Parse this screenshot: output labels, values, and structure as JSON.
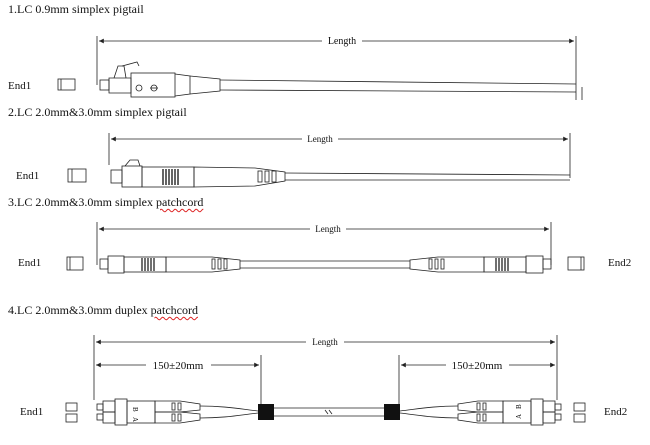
{
  "diagrams": [
    {
      "title": "1.LC 0.9mm simplex pigtail",
      "dimension": "Length",
      "end_left": "End1"
    },
    {
      "title": "2.LC 2.0mm&3.0mm simplex pigtail",
      "dimension": "Length",
      "end_left": "End1"
    },
    {
      "title_main": "3.LC 2.0mm&3.0mm simplex ",
      "title_tail": "patchcord",
      "dimension": "Length",
      "end_left": "End1",
      "end_right": "End2"
    },
    {
      "title_main": "4.LC 2.0mm&3.0mm duplex ",
      "title_tail": "patchcord",
      "dimension": "Length",
      "breakout_left": "150±20mm",
      "breakout_right": "150±20mm",
      "end_left": "End1",
      "end_right": "End2",
      "connector_marks": [
        "B",
        "A"
      ]
    }
  ]
}
